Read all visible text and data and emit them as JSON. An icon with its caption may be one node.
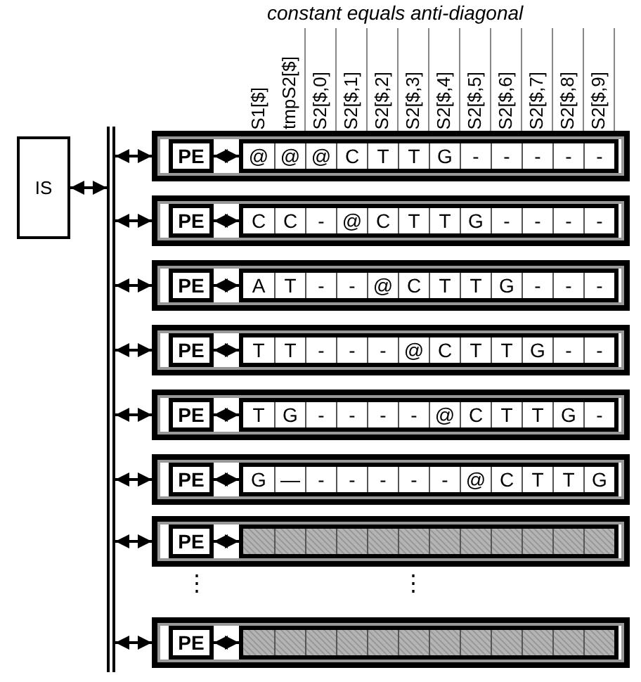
{
  "diagram": {
    "nodes": [
      {
        "text": [
          "IS"
        ]
      },
      {
        "text": [],
        "shape": "line"
      },
      {
        "text": [],
        "shape": "box"
      },
      {
        "text": [
          "PE"
        ],
        "in": 2
      },
      {
        "text": [
          "@",
          "@",
          "@",
          "C",
          "T",
          "T",
          "G",
          "-",
          "-",
          "-",
          "-",
          "-"
        ],
        "in": 2
      },
      {
        "text": [],
        "shape": "box"
      },
      {
        "text": [
          "PE"
        ],
        "in": 5
      },
      {
        "text": [
          "C",
          "C",
          "-",
          "@",
          "C",
          "T",
          "T",
          "G",
          "-",
          "-",
          "-",
          "-"
        ],
        "in": 5
      },
      {
        "text": [],
        "shape": "box"
      },
      {
        "text": [
          "PE"
        ],
        "in": 8
      },
      {
        "text": [
          "A",
          "T",
          "-",
          "-",
          "@",
          "C",
          "T",
          "T",
          "G",
          "-",
          "-",
          "-"
        ],
        "in": 8
      },
      {
        "text": [],
        "shape": "box"
      },
      {
        "text": [
          "PE"
        ],
        "in": 11
      },
      {
        "text": [
          "T",
          "T",
          "-",
          "-",
          "-",
          "@",
          "C",
          "T",
          "T",
          "G",
          "-",
          "-"
        ],
        "in": 11
      },
      {
        "text": [],
        "shape": "box"
      },
      {
        "text": [
          "PE"
        ],
        "in": 14
      },
      {
        "text": [
          "T",
          "G",
          "-",
          "-",
          "-",
          "-",
          "@",
          "C",
          "T",
          "T",
          "G",
          "-"
        ],
        "in": 14
      },
      {
        "text": [],
        "shape": "box"
      },
      {
        "text": [
          "PE"
        ],
        "in": 17
      },
      {
        "text": [
          "G",
          "—",
          "-",
          "-",
          "-",
          "-",
          "-",
          "@",
          "C",
          "T",
          "T",
          "G"
        ],
        "in": 17
      },
      {
        "text": [],
        "shape": "box"
      },
      {
        "text": [
          "PE"
        ],
        "in": 20
      },
      {
        "text": [],
        "shape": "bar",
        "in": 20
      },
      {
        "text": [],
        "shape": "box"
      },
      {
        "text": [
          "PE"
        ],
        "in": 23
      },
      {
        "text": [],
        "shape": "bar",
        "in": 23
      }
    ],
    "edges": [
      {
        "from": 0,
        "to": 1,
        "arrow": "both"
      },
      {
        "from": 1,
        "to": 2,
        "arrow": "both"
      },
      {
        "from": 3,
        "to": 4,
        "arrow": "both"
      },
      {
        "from": 1,
        "to": 5,
        "arrow": "both"
      },
      {
        "from": 6,
        "to": 7,
        "arrow": "both"
      },
      {
        "from": 1,
        "to": 8,
        "arrow": "both"
      },
      {
        "from": 9,
        "to": 10,
        "arrow": "both"
      },
      {
        "from": 1,
        "to": 11,
        "arrow": "both"
      },
      {
        "from": 12,
        "to": 13,
        "arrow": "both"
      },
      {
        "from": 1,
        "to": 14,
        "arrow": "both"
      },
      {
        "from": 15,
        "to": 16,
        "arrow": "both"
      },
      {
        "from": 1,
        "to": 17,
        "arrow": "both"
      },
      {
        "from": 18,
        "to": 19,
        "arrow": "both"
      },
      {
        "from": 1,
        "to": 20,
        "arrow": "both"
      },
      {
        "from": 21,
        "to": 22,
        "arrow": "both"
      },
      {
        "from": 1,
        "to": 23,
        "arrow": "both"
      },
      {
        "from": 24,
        "to": 25,
        "arrow": "both"
      }
    ],
    "labels": [
      "constant equals anti-diagonal",
      "S1[$]",
      "tmpS2[$]",
      "S2[$,0]",
      "S2[$,1]",
      "S2[$,2]",
      "S2[$,3]",
      "S2[$,4]",
      "S2[$,5]",
      "S2[$,6]",
      "S2[$,7]",
      "S2[$,8]",
      "S2[$,9]",
      "⋮",
      "⋮"
    ]
  }
}
